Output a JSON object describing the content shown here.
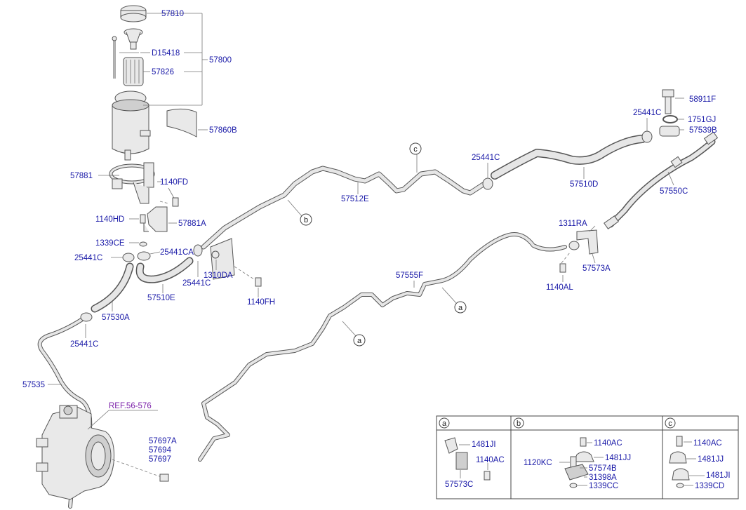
{
  "labels": {
    "p57810": "57810",
    "pD15418": "D15418",
    "p57800": "57800",
    "p57826": "57826",
    "p57860B": "57860B",
    "p57881": "57881",
    "p1140FD": "1140FD",
    "p1140HD": "1140HD",
    "p57881A": "57881A",
    "p1339CE": "1339CE",
    "p25441C_a": "25441C",
    "p25441CA": "25441CA",
    "p57510E": "57510E",
    "p1310DA": "1310DA",
    "p25441C_b": "25441C",
    "p1140FH": "1140FH",
    "p57530A": "57530A",
    "p25441C_c": "25441C",
    "p57535": "57535",
    "pREF": "REF.56-576",
    "p57697A": "57697A",
    "p57694": "57694",
    "p57697": "57697",
    "p57512E": "57512E",
    "p25441C_d": "25441C",
    "p57510D": "57510D",
    "p25441C_e": "25441C",
    "p58911F": "58911F",
    "p1751GJ": "1751GJ",
    "p57539B": "57539B",
    "p57550C": "57550C",
    "p1311RA": "1311RA",
    "p57573A": "57573A",
    "p1140AL": "1140AL",
    "p57555F": "57555F"
  },
  "callouts": {
    "a": "a",
    "b": "b",
    "c": "c"
  },
  "detail": {
    "a": {
      "header": "a",
      "l1481JI": "1481JI",
      "l1140AC": "1140AC",
      "l57573C": "57573C"
    },
    "b": {
      "header": "b",
      "l1140AC": "1140AC",
      "l1481JJ": "1481JJ",
      "l1120KC": "1120KC",
      "l57574B": "57574B",
      "l31398A": "31398A",
      "l1339CC": "1339CC"
    },
    "c": {
      "header": "c",
      "l1140AC": "1140AC",
      "l1481JJ": "1481JJ",
      "l1481JI": "1481JI",
      "l1339CD": "1339CD"
    }
  },
  "colors": {
    "label": "#1a1aa8",
    "reference": "#7a1fa8",
    "line": "#555555"
  }
}
